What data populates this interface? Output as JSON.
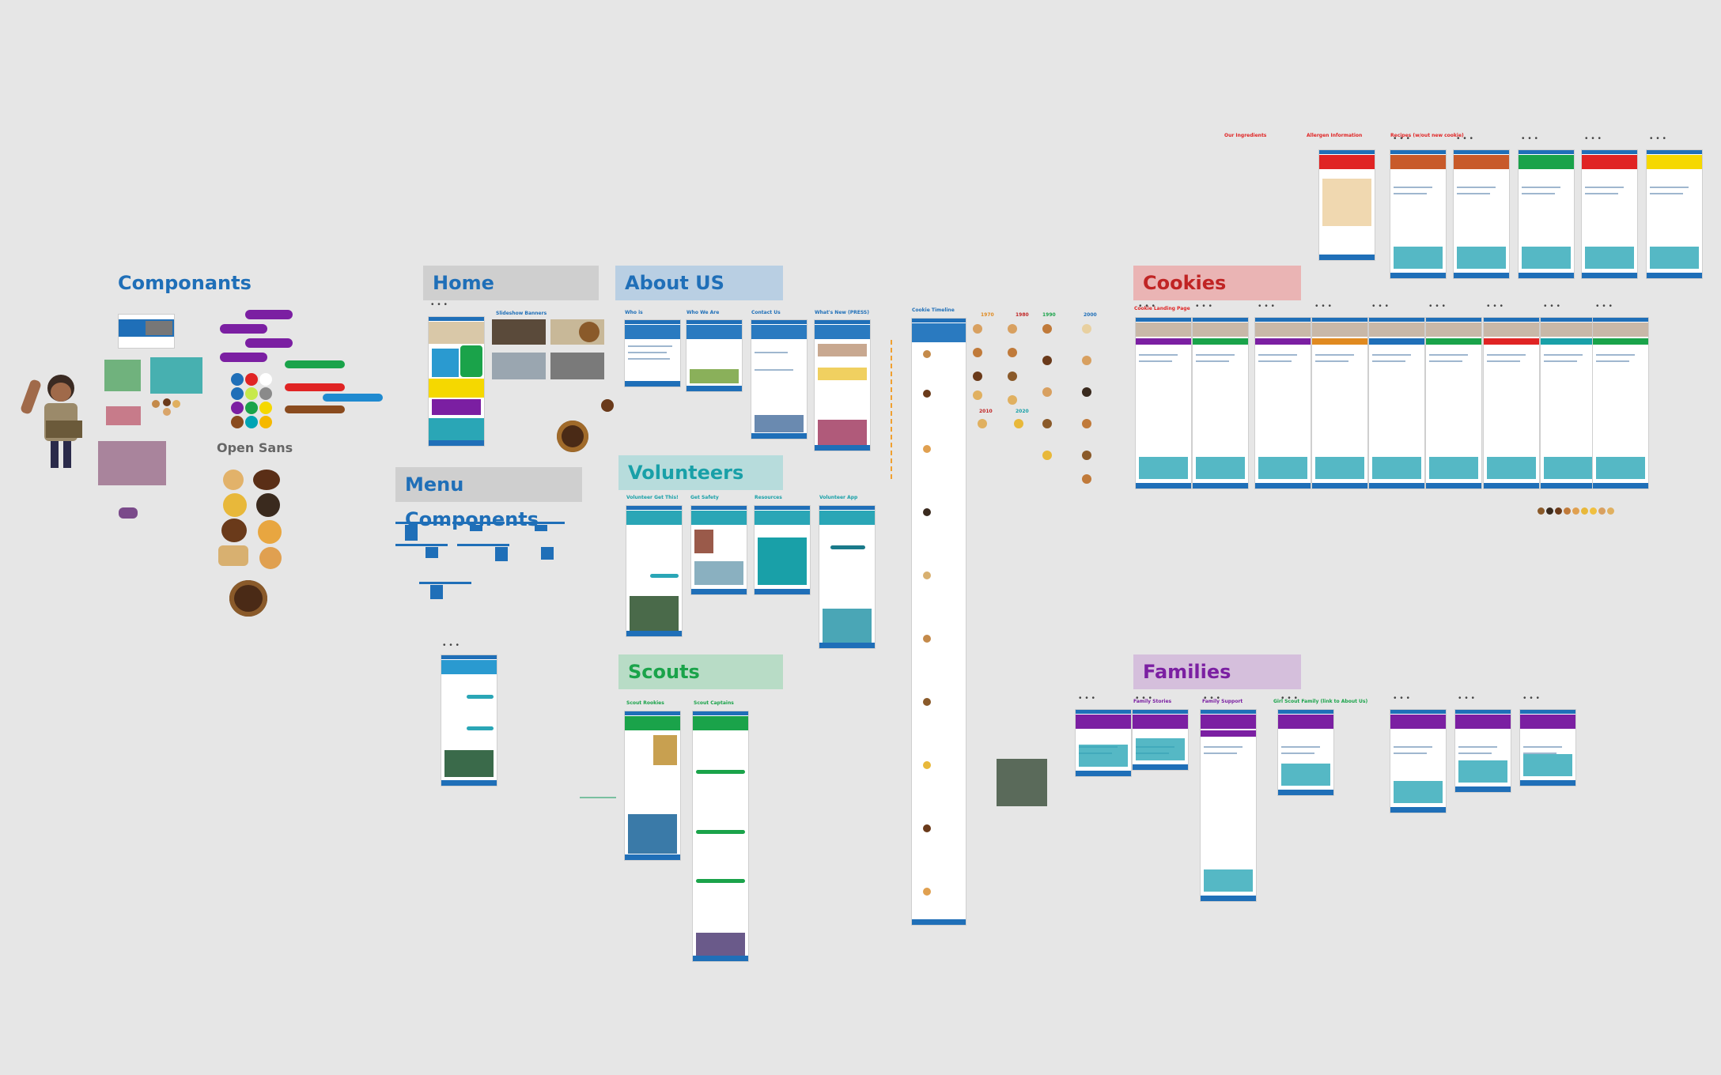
{
  "sections": {
    "components": "Componants",
    "home": "Home",
    "about": "About US",
    "menu": "Menu Components",
    "volunteers": "Volunteers",
    "scouts": "Scouts",
    "cookies": "Cookies",
    "families": "Families"
  },
  "font_label": "Open Sans",
  "frame_labels": {
    "slideshow": "Slideshow Banners",
    "who_is": "Who is",
    "who_we_are": "Who We Are",
    "contact_us": "Contact Us",
    "whats_new": "What's New (PRESS)",
    "cookie_timeline": "Cookie Timeline",
    "vol_get_this": "Volunteer Get This!",
    "vol_get_safety": "Get Safety",
    "vol_resources": "Resources",
    "vol_app": "Volunteer App",
    "scouts_rookies": "Scout Rookies",
    "scouts_captains": "Scout Captains",
    "cookie_landing": "Cookie Landing Page",
    "our_ingredients": "Our Ingredients",
    "allergen": "Allergen Information",
    "recipes": "Recipes (w/out new cookie)",
    "family_stories": "Family Stories",
    "family_support": "Family Support",
    "family_gs": "Girl Scout Family (link to About Us)"
  },
  "timeline_years": [
    "1970",
    "1980",
    "1990",
    "2000",
    "2010",
    "2020"
  ],
  "cookie_card_title": "Girl Scout Cookies",
  "colors": {
    "background": "#e6e6e6",
    "brand_blue": "#1f6fb8",
    "home_bg": "#cfcfcf",
    "about_bg": "#b9cfe3",
    "menu_bg": "#cfcfcf",
    "volunteers_bg": "#b7dcdc",
    "scouts_bg": "#b8dcc6",
    "cookies_bg": "#eab4b4",
    "families_bg": "#d5bfdc",
    "purple": "#7b1fa2",
    "green": "#1aa34a",
    "red": "#e02424",
    "teal": "#00a4b4",
    "brown": "#8a4b1e",
    "yellow": "#f5d800"
  }
}
